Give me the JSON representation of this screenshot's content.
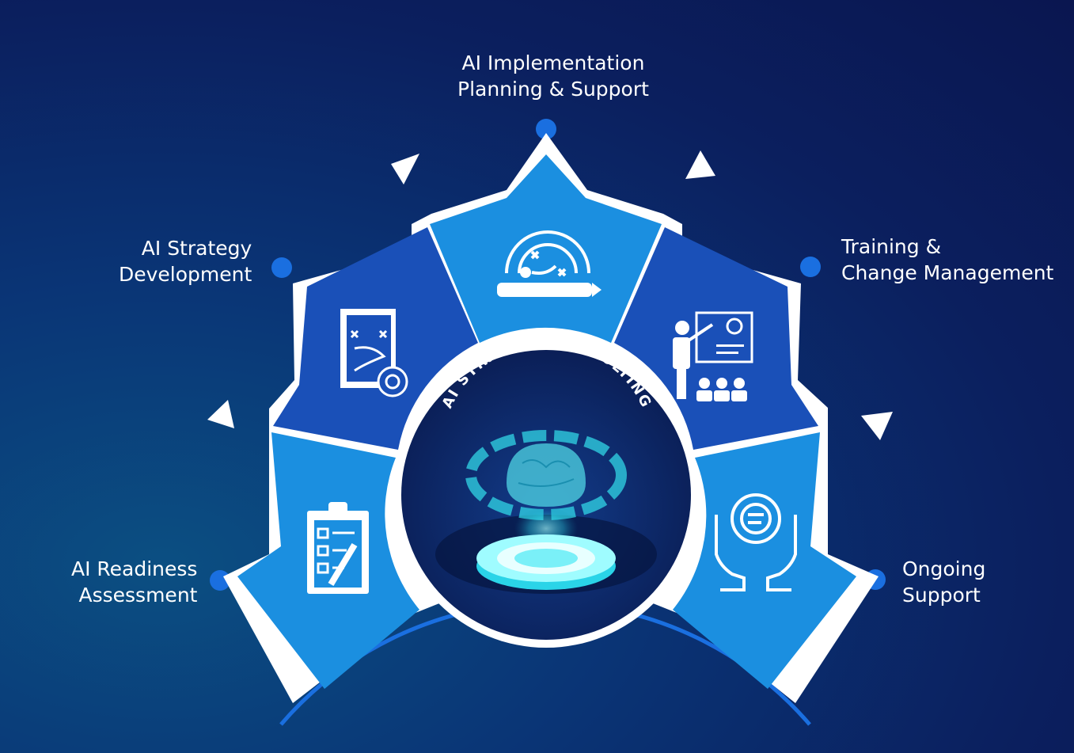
{
  "center": {
    "title": "AI STRATEGY CONSULTING"
  },
  "stages": [
    {
      "line1": "AI Readiness",
      "line2": "Assessment",
      "icon": "clipboard-checklist-icon"
    },
    {
      "line1": "AI Strategy",
      "line2": "Development",
      "icon": "strategy-plan-gear-icon"
    },
    {
      "line1": "AI Implementation",
      "line2": "Planning & Support",
      "icon": "gear-pencil-plan-icon"
    },
    {
      "line1": "Training &",
      "line2": "Change Management",
      "icon": "presentation-audience-icon"
    },
    {
      "line1": "Ongoing",
      "line2": "Support",
      "icon": "hands-gear-chat-icon"
    }
  ],
  "colors": {
    "background": "#0a2a6e",
    "segment_light": "#1b8fe0",
    "segment_dark": "#1a50b8",
    "ring": "#1a6fe0",
    "white": "#ffffff",
    "center_bg": "#0a2156"
  }
}
